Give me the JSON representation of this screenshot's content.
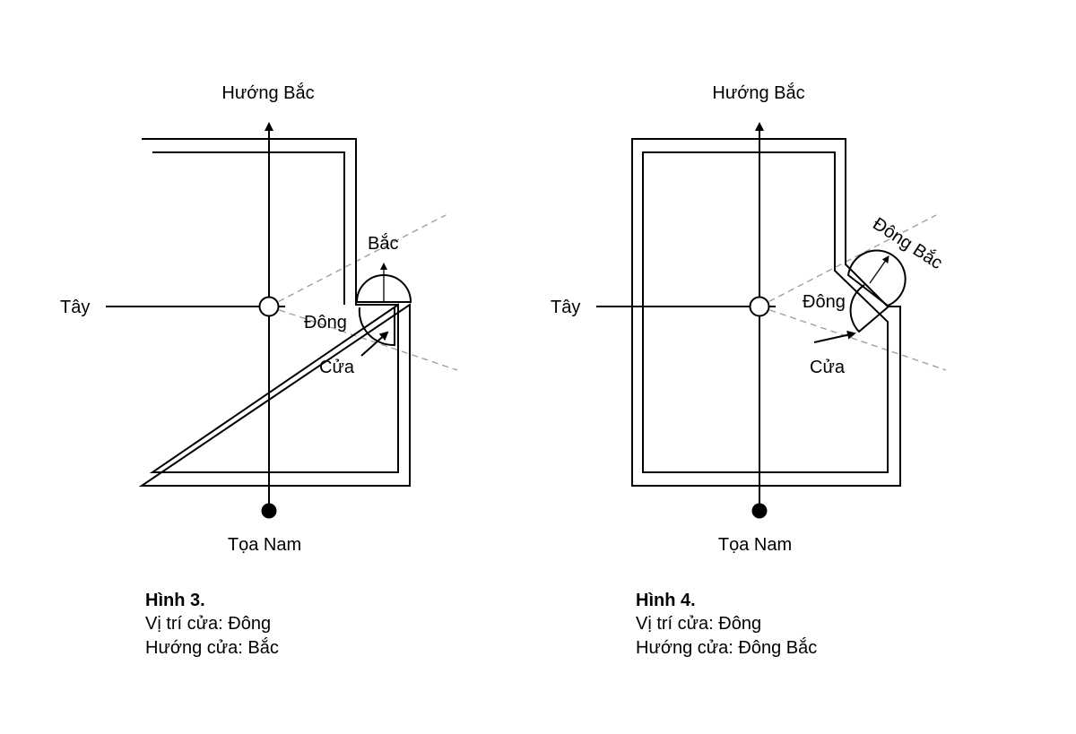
{
  "figures": [
    {
      "north_label": "Hướng Bắc",
      "south_label": "Tọa Nam",
      "west_label": "Tây",
      "east_label": "Đông",
      "door_direction_label": "Bắc",
      "door_label": "Cửa",
      "caption_title": "Hình 3.",
      "caption_line1": "Vị trí cửa: Đông",
      "caption_line2": "Hướng cửa: Bắc"
    },
    {
      "north_label": "Hướng Bắc",
      "south_label": "Tọa Nam",
      "west_label": "Tây",
      "east_label": "Đông",
      "door_direction_label": "Đông Bắc",
      "door_label": "Cửa",
      "caption_title": "Hình 4.",
      "caption_line1": "Vị trí cửa: Đông",
      "caption_line2": "Hướng cửa: Đông Bắc"
    }
  ]
}
